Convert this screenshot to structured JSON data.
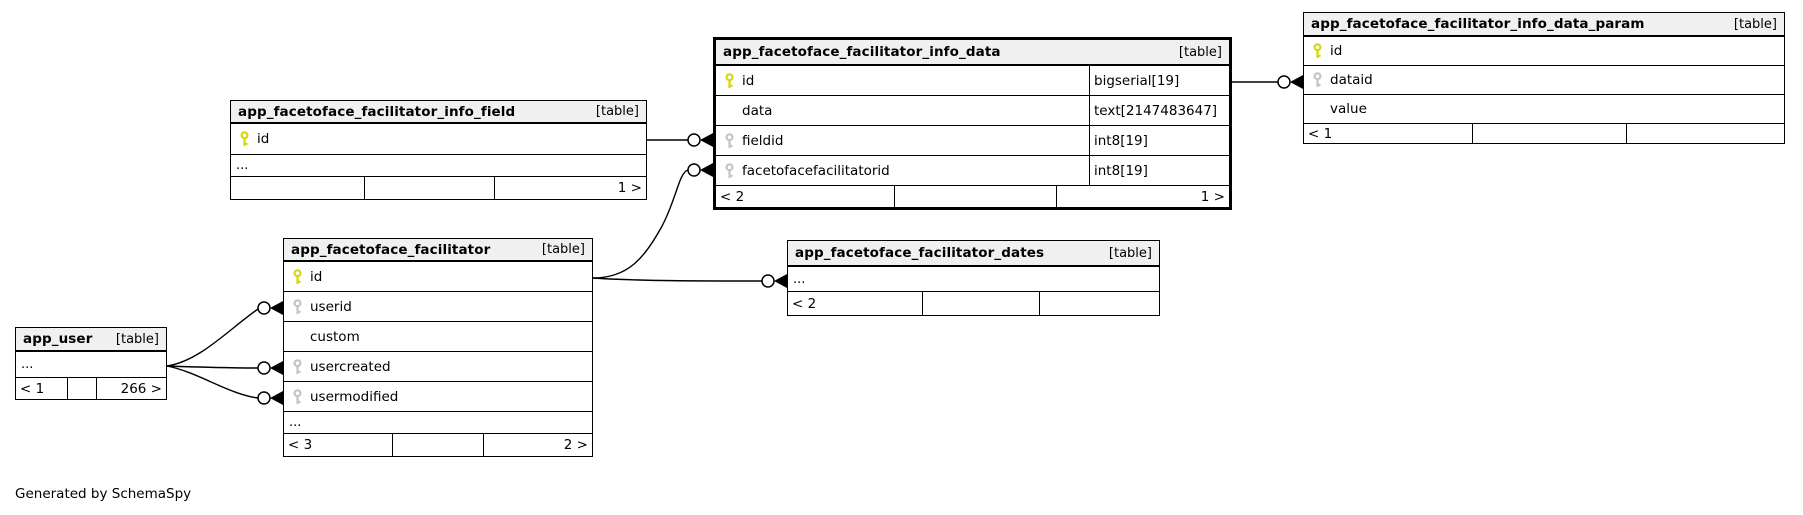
{
  "footer_note": "Generated by SchemaSpy",
  "colors": {
    "header_bg": "#f0f0f0",
    "primary_key": "#d8d800",
    "foreign_key": "#c4c4c4",
    "border": "#000000"
  },
  "tables": {
    "app_user": {
      "name": "app_user",
      "badge": "[table]",
      "ellipsis": "...",
      "footer": {
        "left": "< 1",
        "mid": "",
        "right": "266 >"
      }
    },
    "info_field": {
      "name": "app_facetoface_facilitator_info_field",
      "badge": "[table]",
      "columns": [
        {
          "name": "id",
          "key": "primary"
        }
      ],
      "ellipsis": "...",
      "footer": {
        "left": "",
        "mid": "",
        "right": "1 >"
      }
    },
    "info_data": {
      "name": "app_facetoface_facilitator_info_data",
      "badge": "[table]",
      "columns": [
        {
          "name": "id",
          "type": "bigserial[19]",
          "key": "primary"
        },
        {
          "name": "data",
          "type": "text[2147483647]",
          "key": ""
        },
        {
          "name": "fieldid",
          "type": "int8[19]",
          "key": "foreign"
        },
        {
          "name": "facetofacefacilitatorid",
          "type": "int8[19]",
          "key": "foreign"
        }
      ],
      "footer": {
        "left": "< 2",
        "mid": "",
        "right": "1 >"
      }
    },
    "info_data_param": {
      "name": "app_facetoface_facilitator_info_data_param",
      "badge": "[table]",
      "columns": [
        {
          "name": "id",
          "key": "primary"
        },
        {
          "name": "dataid",
          "key": "foreign"
        },
        {
          "name": "value",
          "key": ""
        }
      ],
      "footer": {
        "left": "< 1",
        "mid": "",
        "right": ""
      }
    },
    "facilitator": {
      "name": "app_facetoface_facilitator",
      "badge": "[table]",
      "columns": [
        {
          "name": "id",
          "key": "primary"
        },
        {
          "name": "userid",
          "key": "foreign"
        },
        {
          "name": "custom",
          "key": ""
        },
        {
          "name": "usercreated",
          "key": "foreign"
        },
        {
          "name": "usermodified",
          "key": "foreign"
        }
      ],
      "ellipsis": "...",
      "footer": {
        "left": "< 3",
        "mid": "",
        "right": "2 >"
      }
    },
    "facilitator_dates": {
      "name": "app_facetoface_facilitator_dates",
      "badge": "[table]",
      "ellipsis": "...",
      "footer": {
        "left": "< 2",
        "mid": "",
        "right": ""
      }
    }
  }
}
